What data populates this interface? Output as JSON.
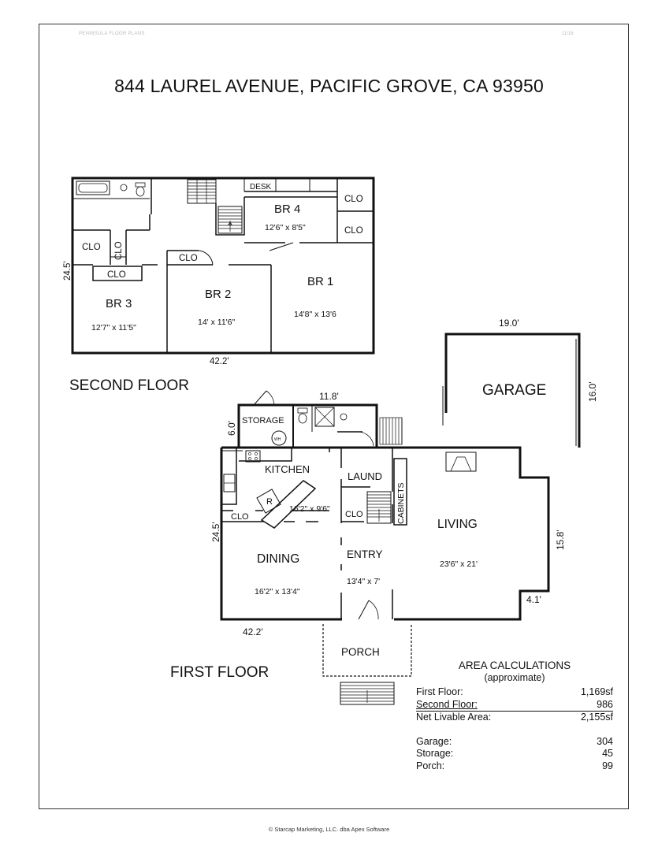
{
  "header": {
    "brand": "PENINSULA FLOOR PLANS",
    "page": "11/16"
  },
  "title": "844 LAUREL AVENUE, PACIFIC GROVE, CA  93950",
  "second_floor": {
    "label": "SECOND FLOOR",
    "width_dim": "42.2'",
    "depth_dim": "24.5'",
    "rooms": {
      "desk": "DESK",
      "clo_br4_top": "CLO",
      "clo_br4_bottom": "CLO",
      "br4_name": "BR 4",
      "br4_size": "12'6\" x 8'5\"",
      "clo_left": "CLO",
      "clo_vertical": "CLO",
      "clo_br3": "CLO",
      "clo_br2": "CLO",
      "br1_name": "BR 1",
      "br1_size": "14'8\" x 13'6",
      "br2_name": "BR 2",
      "br2_size": "14' x 11'6\"",
      "br3_name": "BR 3",
      "br3_size": "12'7\" x 11'5\""
    }
  },
  "first_floor": {
    "label": "FIRST FLOOR",
    "width_dim": "42.2'",
    "depth_dim": "24.5'",
    "storage_width_dim": "11.8'",
    "storage_depth_dim": "6.0'",
    "living_side_dim": "15.8'",
    "living_jog_dim": "4.1'",
    "rooms": {
      "storage": "STORAGE",
      "water_heater": "WH",
      "kitchen_name": "KITCHEN",
      "range": "R",
      "kitchen_size": "16'2\" x 9'6\"",
      "laund": "LAUND",
      "cabinets": "CABINETS",
      "clo_left": "CLO",
      "clo_stairs": "CLO",
      "living_name": "LIVING",
      "living_size": "23'6\" x 21'",
      "dining_name": "DINING",
      "dining_size": "16'2\" x 13'4\"",
      "entry_name": "ENTRY",
      "entry_size": "13'4\" x 7'",
      "porch": "PORCH"
    }
  },
  "garage": {
    "label": "GARAGE",
    "width_dim": "19.0'",
    "depth_dim": "16.0'"
  },
  "area_calculations": {
    "title": "AREA CALCULATIONS",
    "subtitle": "(approximate)",
    "rows": [
      {
        "label": "First  Floor:",
        "value": "1,169sf"
      },
      {
        "label": "Second Floor:",
        "value": "986"
      },
      {
        "label": "Net Livable Area:",
        "value": "2,155sf"
      }
    ],
    "other": [
      {
        "label": "Garage:",
        "value": "304"
      },
      {
        "label": "Storage:",
        "value": "45"
      },
      {
        "label": "Porch:",
        "value": "99"
      }
    ]
  },
  "footer": "© Starcap Marketing, LLC. dba Apex Software"
}
